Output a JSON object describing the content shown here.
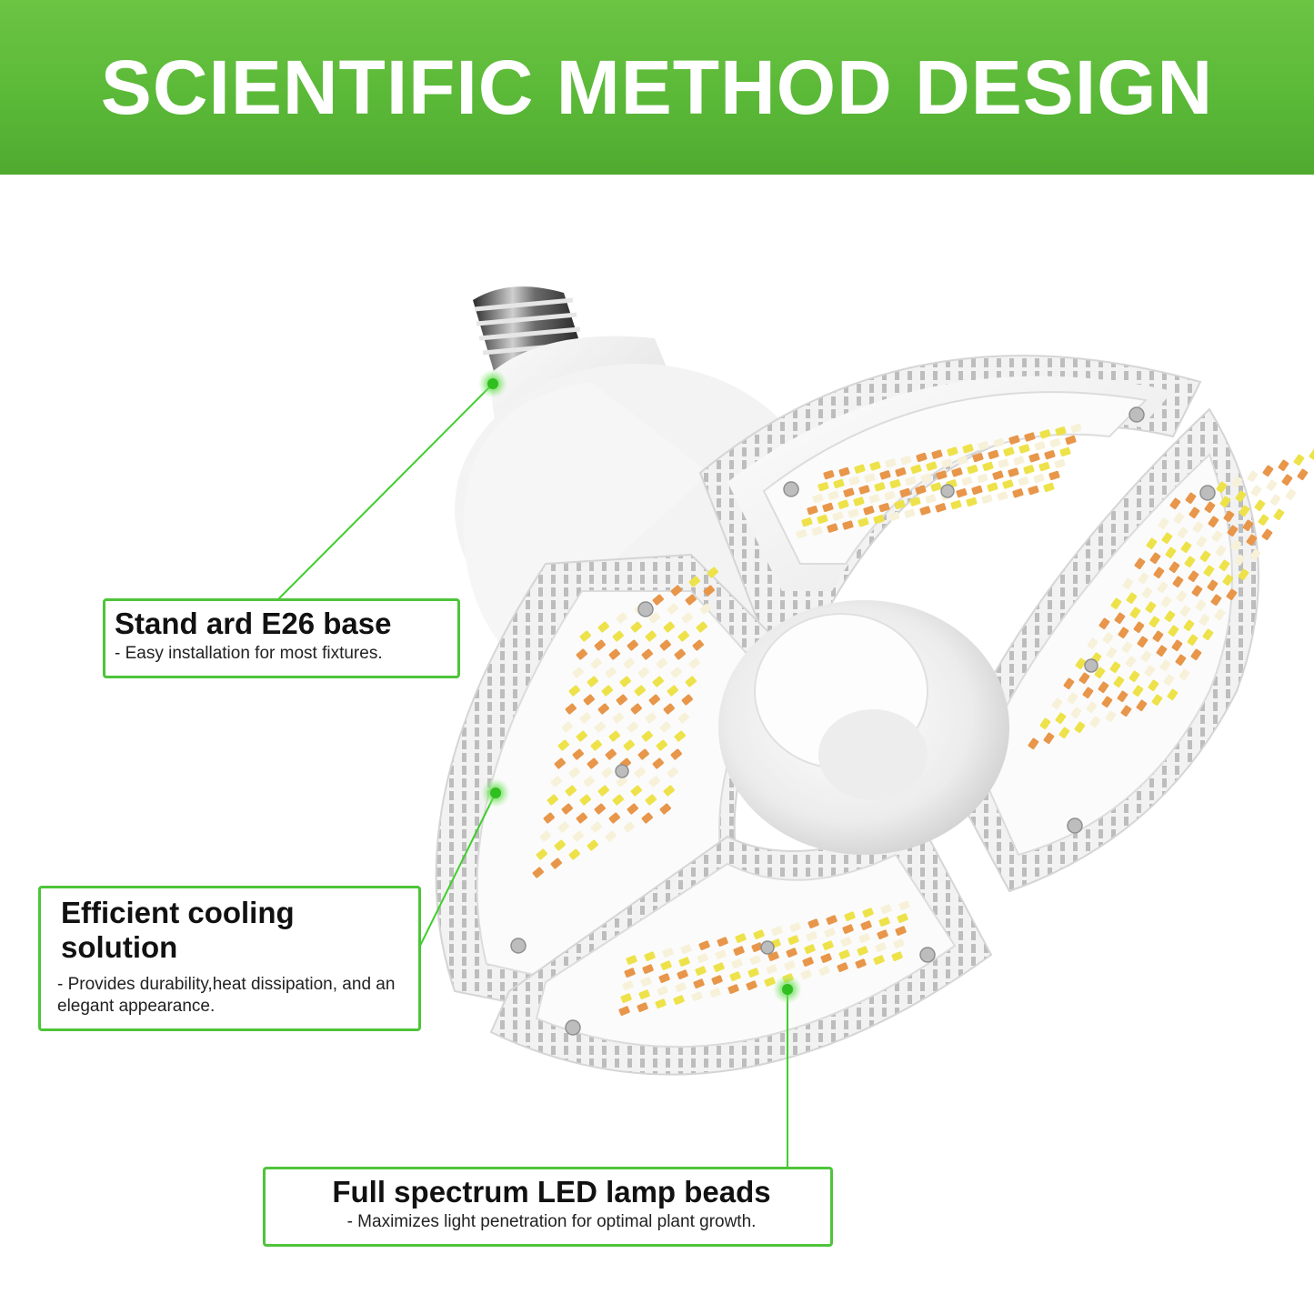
{
  "header": {
    "title": "SCIENTIFIC METHOD DESIGN"
  },
  "callouts": {
    "base": {
      "heading": "Stand ard E26 base",
      "description": "- Easy installation for most fixtures."
    },
    "cooling": {
      "heading": "Efficient cooling solution",
      "description": "- Provides durability,heat dissipation, and an elegant appearance."
    },
    "led": {
      "heading": "Full spectrum LED lamp beads",
      "description": "- Maximizes light penetration for optimal plant growth."
    }
  },
  "colors": {
    "banner_green": "#5bb938",
    "callout_border": "#4ec43a",
    "leader_line": "#3fce2c",
    "led_orange": "#e8964a",
    "led_yellow": "#eee24a",
    "led_white": "#f7f1d9"
  },
  "icons": {
    "lamp": "deformable-led-grow-light-bulb",
    "marker": "green-dot-marker"
  }
}
